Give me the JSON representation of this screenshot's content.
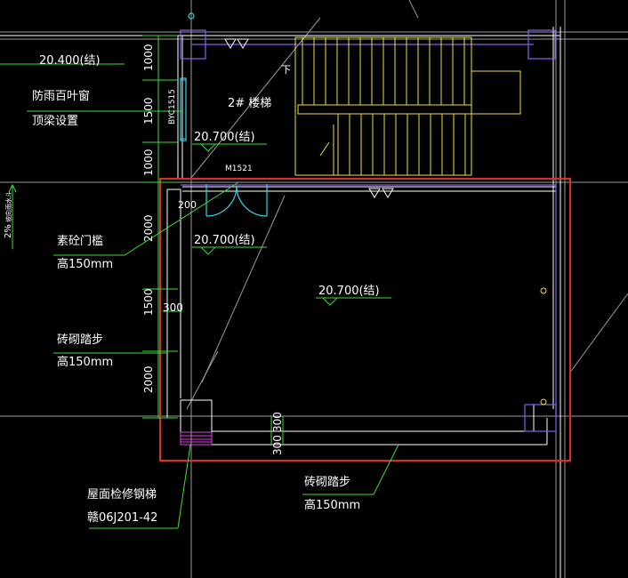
{
  "title": {
    "line1": "2# 楼梯",
    "arrow": "下"
  },
  "levels": {
    "l1": "20.400(结)",
    "l2": "20.700(结)",
    "l3": "20.700(结)",
    "l4": "20.700(结)"
  },
  "door": {
    "code": "M1521"
  },
  "window_code": "BYC1515",
  "dims": {
    "d1": "1000",
    "d2": "1500",
    "d3": "1000",
    "d4": "2000",
    "d5": "1500",
    "d6": "2000",
    "d200": "200",
    "d300a": "300",
    "d300b": "300",
    "d300c": "300"
  },
  "notes": {
    "louver_1": "防雨百叶窗",
    "louver_2": "顶梁设置",
    "sill_1": "素砼门槛",
    "sill_2": "高150mm",
    "step_1": "砖砌踏步",
    "step_2": "高150mm",
    "ladder_1": "屋面检修钢梯",
    "ladder_2": "赣06J201-42",
    "bstep_1": "砖砌踏步",
    "bstep_2": "高150mm",
    "slope": "2%",
    "slope_txt": "坡向雨水斗"
  },
  "colors": {
    "wall": "#ffffff",
    "purple": "#8a5cf0",
    "yellow": "#e8e040",
    "green": "#38e038",
    "cyan": "#33d6e6",
    "red": "#e02b2b",
    "magenta": "#e040e0"
  }
}
